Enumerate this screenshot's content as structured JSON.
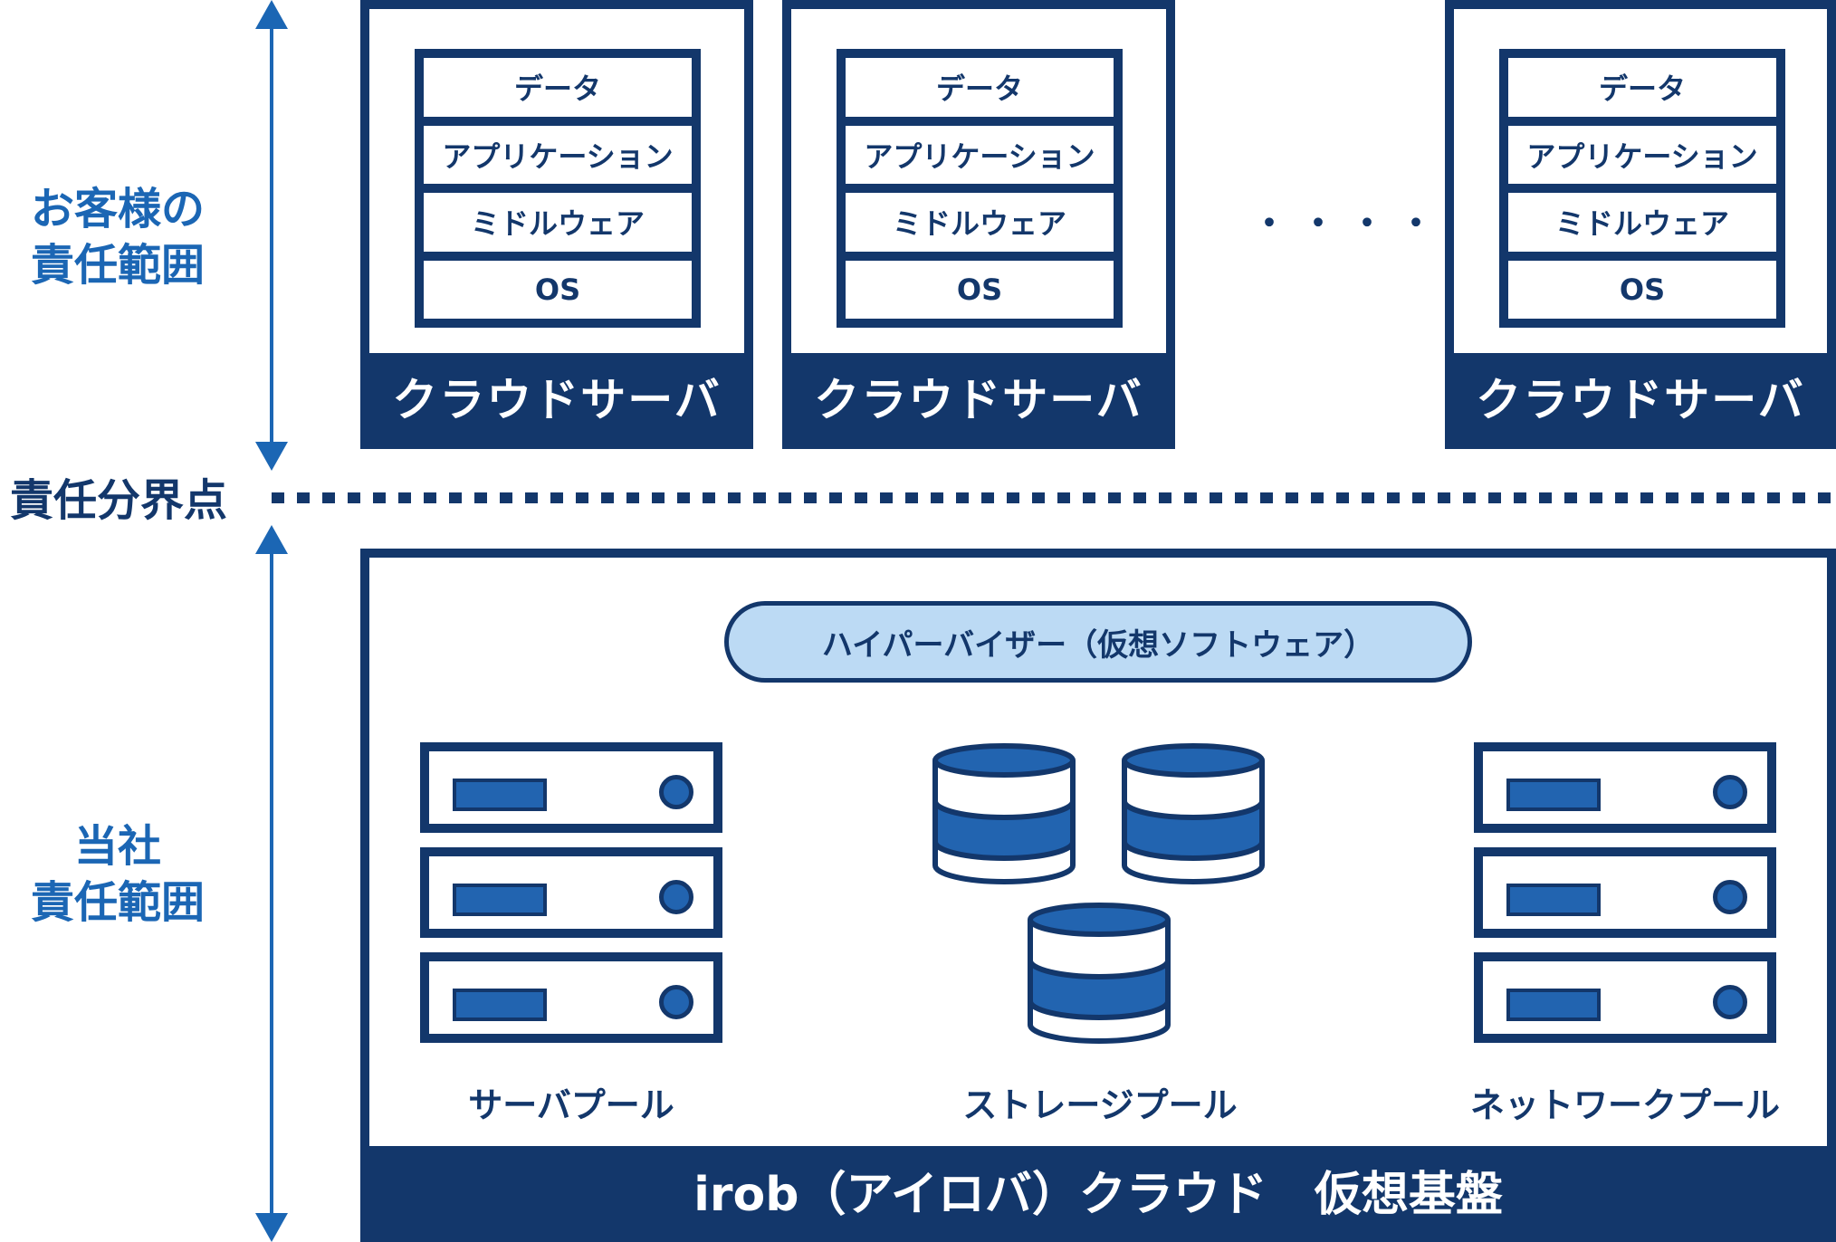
{
  "left_labels": {
    "customer_line1": "お客様の",
    "customer_line2": "責任範囲",
    "company_line1": "当社",
    "company_line2": "責任範囲"
  },
  "boundary_label": "責任分界点",
  "cloud_servers": [
    {
      "caption": "クラウドサーバ",
      "layers": [
        "データ",
        "アプリケーション",
        "ミドルウェア",
        "OS"
      ]
    },
    {
      "caption": "クラウドサーバ",
      "layers": [
        "データ",
        "アプリケーション",
        "ミドルウェア",
        "OS"
      ]
    },
    {
      "caption": "クラウドサーバ",
      "layers": [
        "データ",
        "アプリケーション",
        "ミドルウェア",
        "OS"
      ]
    }
  ],
  "ellipsis": "・・・・・",
  "hypervisor_label": "ハイパーバイザー（仮想ソフトウェア）",
  "pools": {
    "server": "サーバプール",
    "storage": "ストレージプール",
    "network": "ネットワークプール"
  },
  "base_caption": "irob（アイロバ）クラウド　仮想基盤",
  "colors": {
    "navy": "#13376b",
    "blue": "#1b66b4",
    "light_blue": "#bcdaf4",
    "fill_blue": "#2264b0"
  }
}
